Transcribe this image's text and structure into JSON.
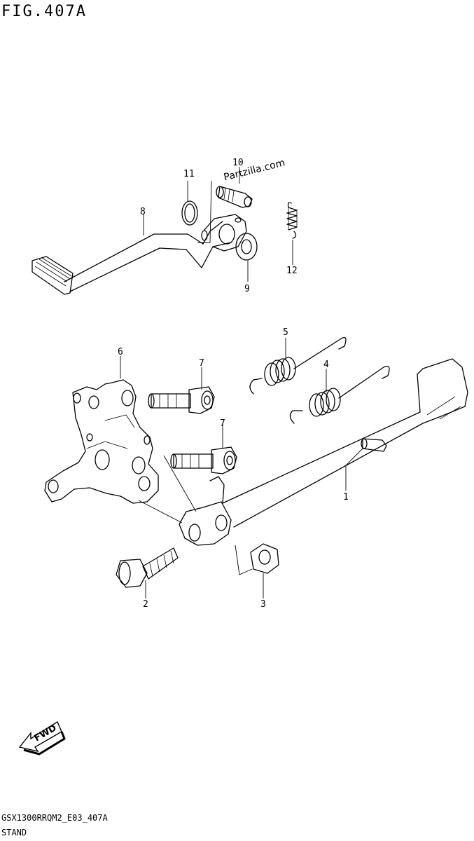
{
  "header": {
    "figure_title": "FIG.407A"
  },
  "watermark": {
    "text": "Partzilla.com"
  },
  "callouts": {
    "p1": "1",
    "p2": "2",
    "p3": "3",
    "p4": "4",
    "p5": "5",
    "p6": "6",
    "p7a": "7",
    "p7b": "7",
    "p8": "8",
    "p9": "9",
    "p10": "10",
    "p11": "11",
    "p12": "12"
  },
  "fwd_arrow": {
    "label": "FWD"
  },
  "footer": {
    "code": "GSX1300RRQM2_E03_407A",
    "name": "STAND"
  }
}
